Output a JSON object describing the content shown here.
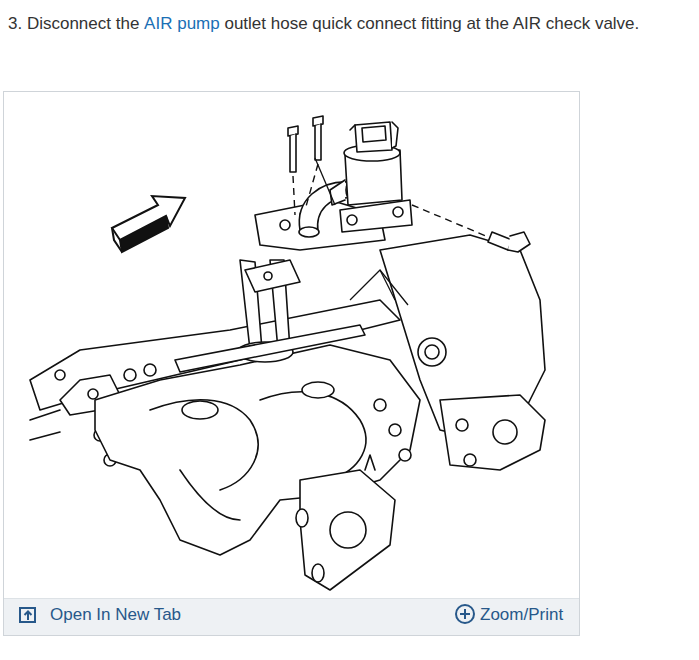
{
  "diagram": {
    "labels": [
      "3. Disconnect the",
      "AIR pump",
      "outlet hose quick connect fitting at the AIR check valve.",
      "Open In New Tab",
      "Zoom/Print"
    ]
  }
}
